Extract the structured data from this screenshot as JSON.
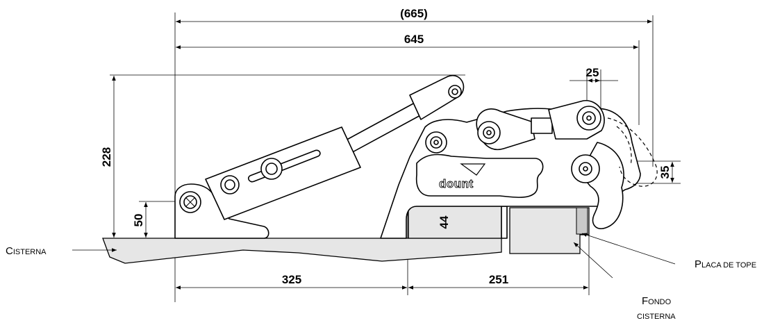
{
  "dimensions": {
    "overall_ref": "(665)",
    "overall": "645",
    "height_total": "228",
    "height_pivot": "50",
    "height_plate": "44",
    "pin_spacing": "25",
    "hook_offset": "35",
    "left_length": "325",
    "right_length": "251"
  },
  "labels": {
    "cistern": {
      "first": "C",
      "rest": "ISTERNA"
    },
    "stop_plate": {
      "first": "P",
      "rest": "LACA DE TOPE"
    },
    "cistern_bottom": {
      "first": "F",
      "rest": "ONDO",
      "line2": "CISTERNA"
    }
  },
  "logo_text": "dount",
  "colors": {
    "line": "#000000",
    "fill_grey": "#e6e6e6",
    "background": "#ffffff"
  }
}
